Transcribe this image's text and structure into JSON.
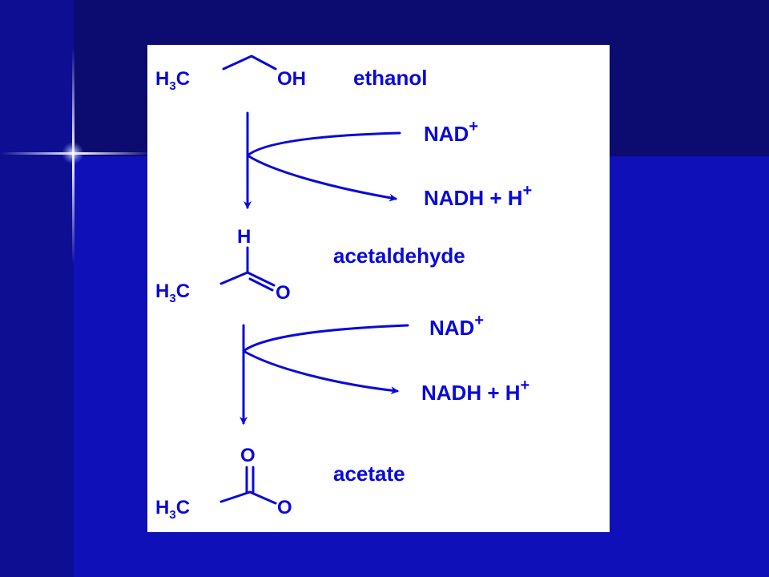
{
  "colors": {
    "background_dark": "#0d0d7a",
    "background_mid": "#0f10b8",
    "card": "#ffffff",
    "ink": "#0a0ad8"
  },
  "molecules": {
    "ethanol": {
      "h3c_main": "H",
      "h3c_sub": "3",
      "h3c_tail": "C",
      "oh": "OH",
      "name": "ethanol"
    },
    "acetaldehyde": {
      "h": "H",
      "h3c_main": "H",
      "h3c_sub": "3",
      "h3c_tail": "C",
      "o": "O",
      "name": "acetaldehyde"
    },
    "acetate": {
      "o_top": "O",
      "h3c_main": "H",
      "h3c_sub": "3",
      "h3c_tail": "C",
      "o": "O",
      "name": "acetate"
    }
  },
  "steps": [
    {
      "cofactor_in": "NAD",
      "cofactor_in_sup": "+",
      "cofactor_out": "NADH + H",
      "cofactor_out_sup": "+"
    },
    {
      "cofactor_in": "NAD",
      "cofactor_in_sup": "+",
      "cofactor_out": "NADH + H",
      "cofactor_out_sup": "+"
    }
  ],
  "icons": {
    "sparkle": "sparkle-icon"
  }
}
